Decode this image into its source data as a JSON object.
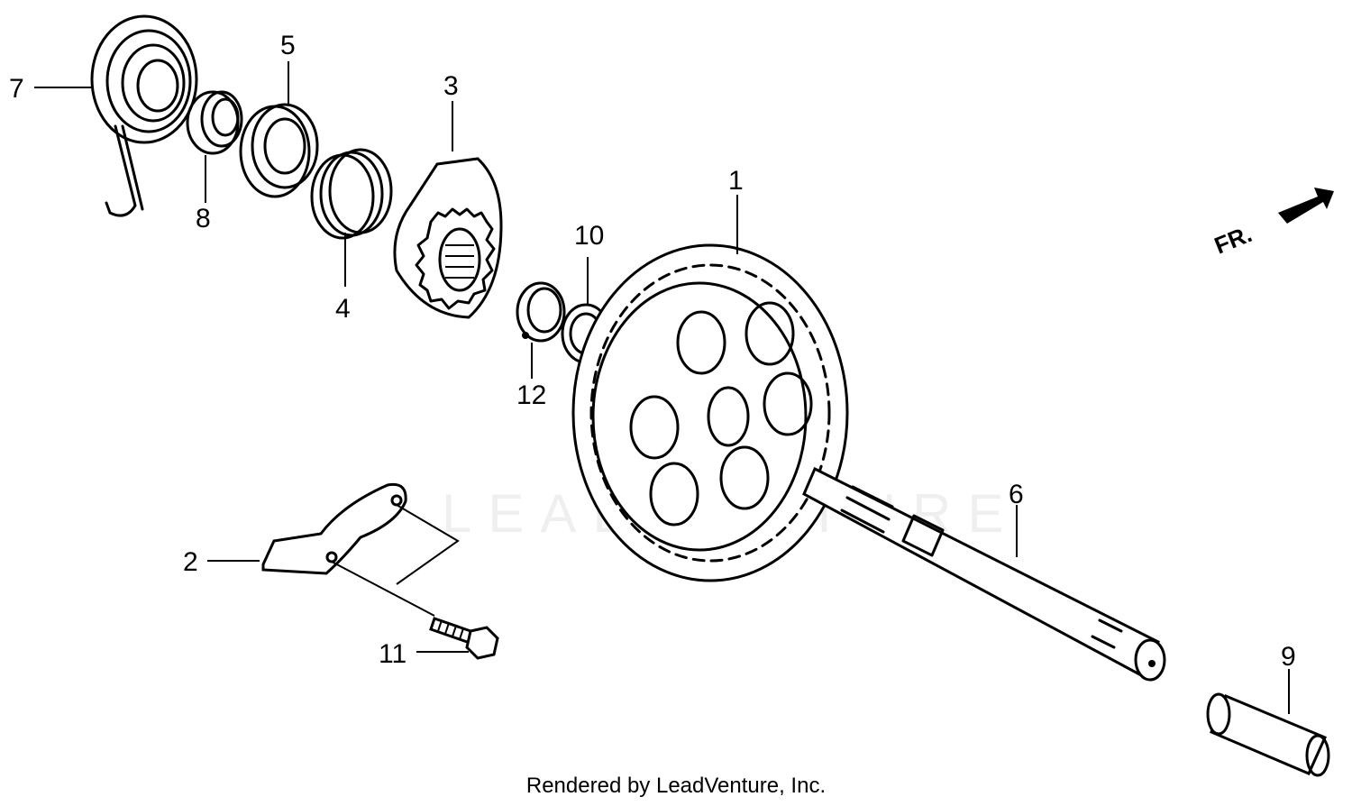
{
  "callouts": {
    "c1": "1",
    "c2": "2",
    "c3": "3",
    "c4": "4",
    "c5": "5",
    "c6": "6",
    "c7": "7",
    "c8": "8",
    "c9": "9",
    "c10": "10",
    "c11": "11",
    "c12": "12"
  },
  "front_indicator": "FR.",
  "watermark": "LEADVENTURE",
  "footer": "Rendered by LeadVenture, Inc."
}
